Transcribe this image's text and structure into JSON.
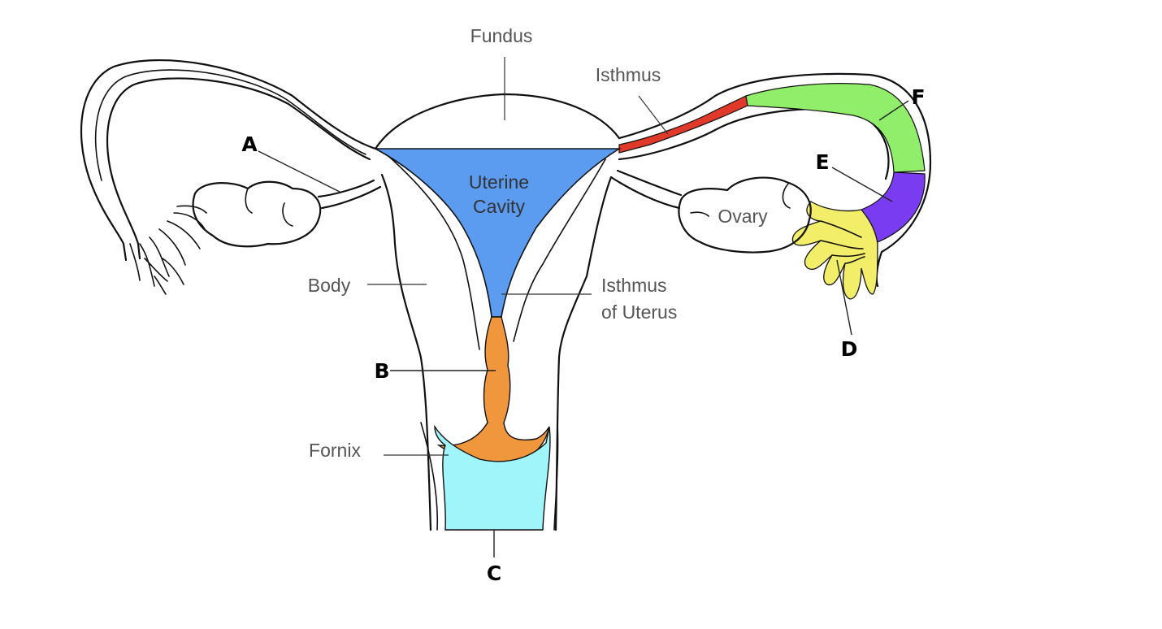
{
  "labels": {
    "fundus": "Fundus",
    "isthmus": "Isthmus",
    "uterine_cavity_line1": "Uterine",
    "uterine_cavity_line2": "Cavity",
    "ovary": "Ovary",
    "body": "Body",
    "isthmus_of_uterus_line1": "Isthmus",
    "isthmus_of_uterus_line2": "of Uterus",
    "fornix": "Fornix"
  },
  "letters": {
    "a": "A",
    "b": "B",
    "c": "C",
    "d": "D",
    "e": "E",
    "f": "F"
  },
  "colors": {
    "uterine_cavity": "#5b9bf0",
    "cervical_canal": "#f0963c",
    "vagina": "#9ff5fa",
    "isthmus_tube": "#e0392a",
    "ampulla": "#90ee6a",
    "infundibulum": "#7a3cf0",
    "fimbriae": "#f2ee6a"
  }
}
